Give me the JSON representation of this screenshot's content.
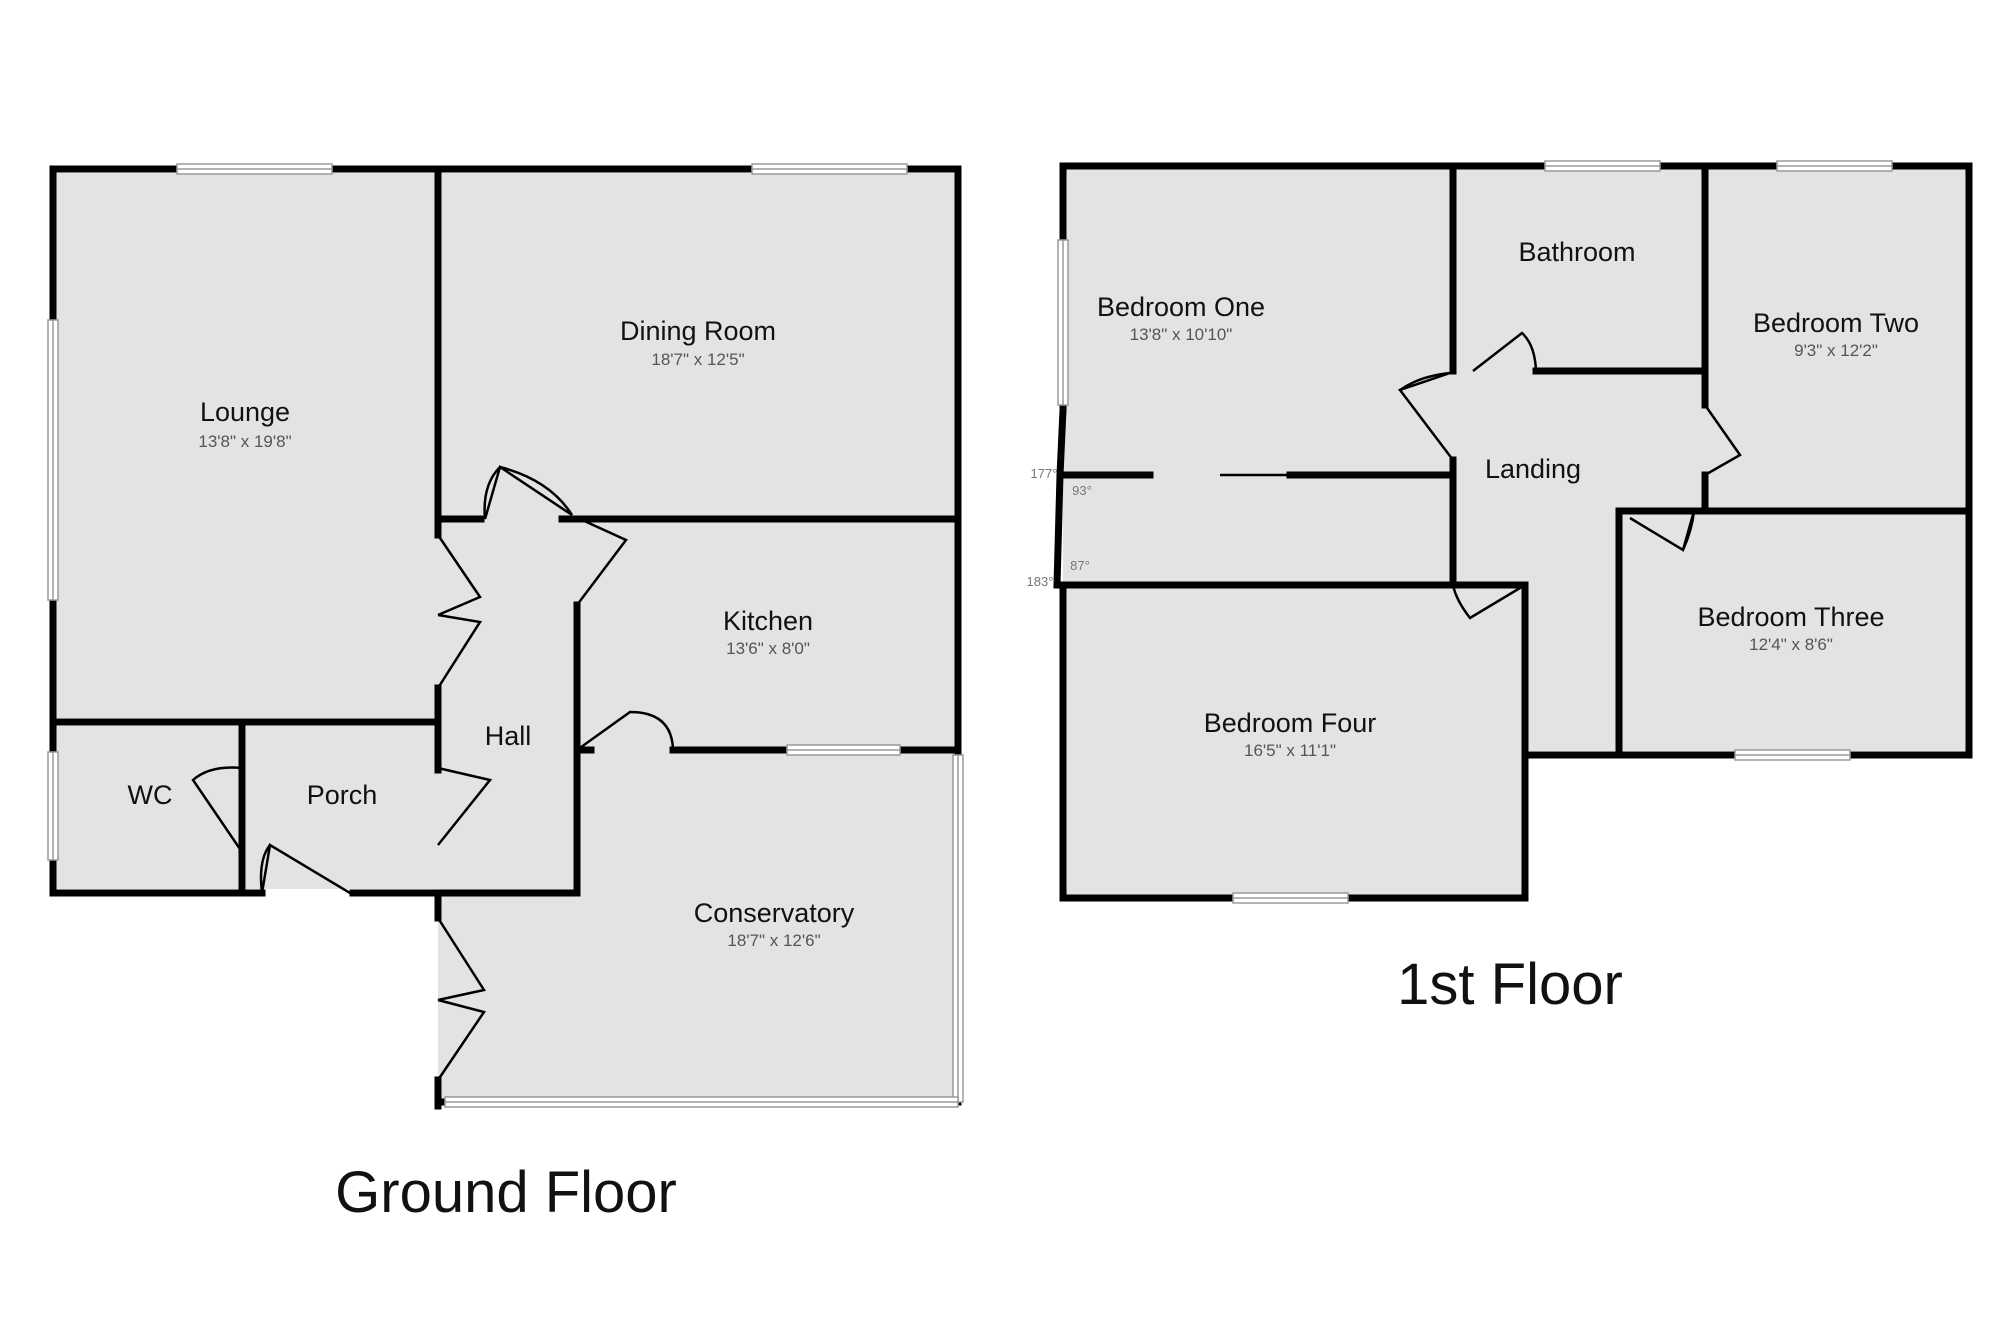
{
  "ground_floor": {
    "label": "Ground Floor",
    "rooms": {
      "lounge": {
        "name": "Lounge",
        "dims": "13'8\" x 19'8\""
      },
      "dining_room": {
        "name": "Dining Room",
        "dims": "18'7\" x 12'5\""
      },
      "kitchen": {
        "name": "Kitchen",
        "dims": "13'6\" x 8'0\""
      },
      "hall": {
        "name": "Hall"
      },
      "wc": {
        "name": "WC"
      },
      "porch": {
        "name": "Porch"
      },
      "conservatory": {
        "name": "Conservatory",
        "dims": "18'7\" x 12'6\""
      }
    }
  },
  "first_floor": {
    "label": "1st Floor",
    "rooms": {
      "bedroom_one": {
        "name": "Bedroom One",
        "dims": "13'8\" x 10'10\""
      },
      "bathroom": {
        "name": "Bathroom"
      },
      "bedroom_two": {
        "name": "Bedroom Two",
        "dims": "9'3\" x 12'2\""
      },
      "landing": {
        "name": "Landing"
      },
      "bedroom_three": {
        "name": "Bedroom Three",
        "dims": "12'4\" x 8'6\""
      },
      "bedroom_four": {
        "name": "Bedroom Four",
        "dims": "16'5\" x 11'1\""
      }
    },
    "angles": [
      "177°",
      "93°",
      "87°",
      "183°"
    ]
  }
}
